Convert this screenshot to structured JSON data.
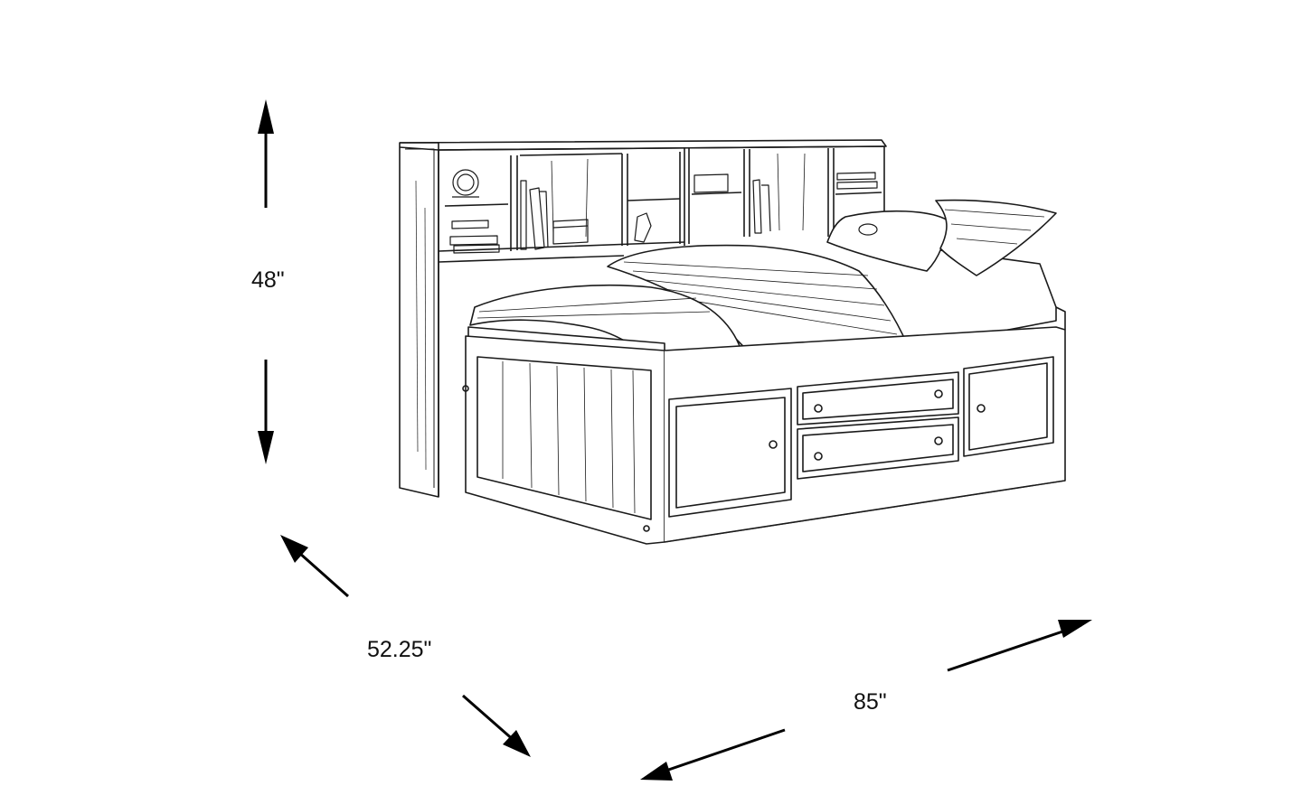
{
  "dimensions": {
    "height": "48\"",
    "depth": "52.25\"",
    "width": "85\""
  },
  "colors": {
    "line": "#1a1a1a",
    "arrow": "#000000",
    "background": "#ffffff"
  },
  "illustration": {
    "subject": "daybed-with-bookcase-headboard-and-storage-drawers"
  }
}
